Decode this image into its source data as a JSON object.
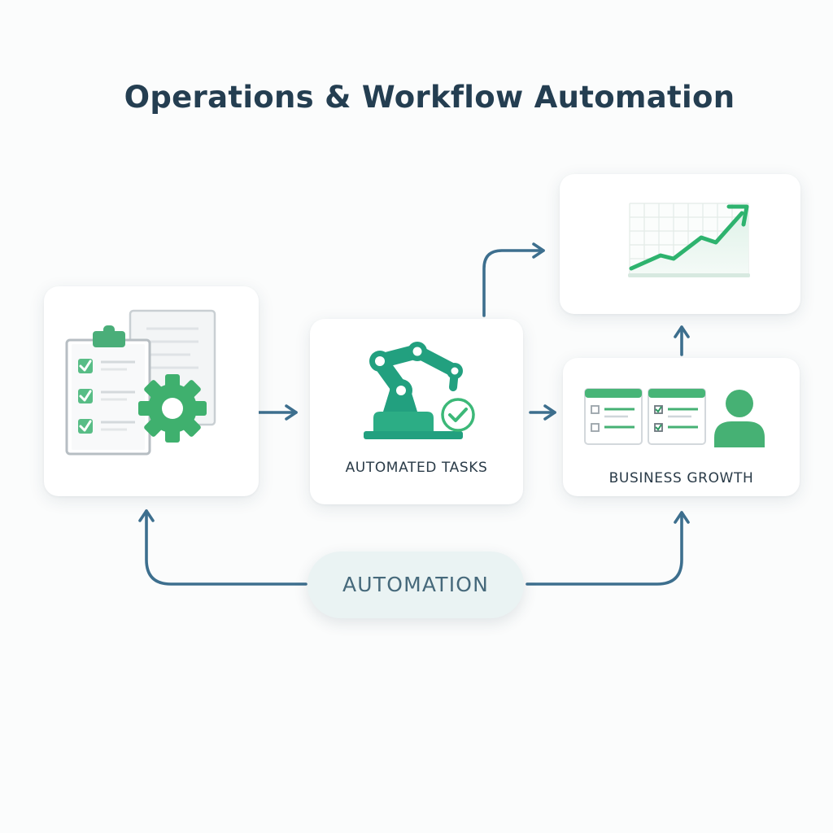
{
  "title": "Operations & Workflow Automation",
  "nodes": {
    "operations": {
      "label": ""
    },
    "automated_tasks": {
      "label": "AUTOMATED TASKS"
    },
    "growth_chart": {
      "label": ""
    },
    "business_growth": {
      "label": "BUSINESS GROWTH"
    }
  },
  "loop_label": "AUTOMATION",
  "colors": {
    "title": "#243e51",
    "arrow": "#3d6f8e",
    "accent_green": "#3cb878",
    "accent_teal": "#22a07f",
    "label_text": "#2a3b48",
    "pill_bg": "#eaf3f3"
  },
  "icons": [
    "clipboard-checklist-icon",
    "gear-icon",
    "robot-arm-icon",
    "check-circle-icon",
    "growth-chart-icon",
    "task-list-icon",
    "user-icon"
  ]
}
